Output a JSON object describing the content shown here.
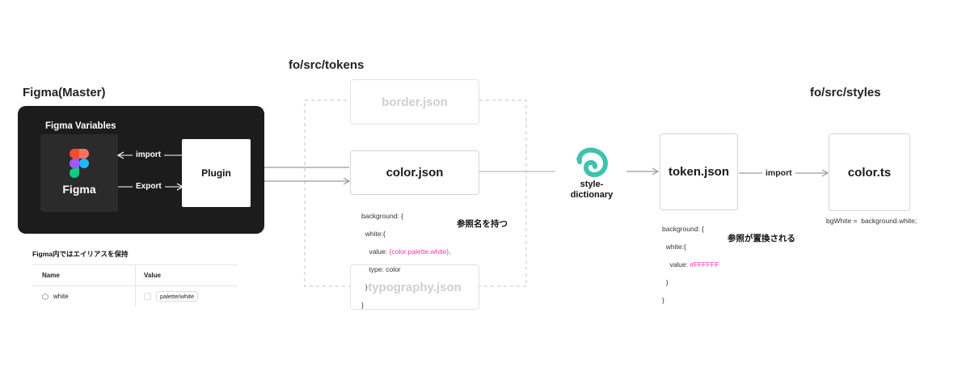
{
  "figma": {
    "title": "Figma(Master)",
    "variables_label": "Figma Variables",
    "logo_label": "Figma",
    "plugin_label": "Plugin",
    "import_label": "import",
    "export_label": "Export"
  },
  "alias_note": {
    "title": "Figma内ではエイリアスを保持",
    "header_name": "Name",
    "header_value": "Value",
    "row_name": "white",
    "row_value": "palette/white"
  },
  "tokens": {
    "title": "fo/src/tokens",
    "border_file": "border.json",
    "color_file": "color.json",
    "typography_file": "typography.json",
    "code_line1": "background: {",
    "code_line2": "  white:{",
    "code_line3_key": "    value: ",
    "code_line3_value": "{color.palette.white},",
    "code_line4": "    type: color",
    "code_line5": "  }",
    "code_line6": "}",
    "note": "参照名を持つ"
  },
  "style_dictionary": {
    "label_line1": "style-",
    "label_line2": "dictionary"
  },
  "token_json": {
    "file": "token.json",
    "code_line1": "background: {",
    "code_line2": "  white:{",
    "code_line3_key": "    value: ",
    "code_line3_value": "#FFFFFF",
    "code_line4": "  }",
    "code_line5": "}",
    "note": "参照が置換される"
  },
  "styles": {
    "title": "fo/src/styles",
    "file": "color.ts",
    "import_label": "import",
    "code": "bgWhite =  background.white;"
  },
  "colors": {
    "accent_pink": "#ff2fbf",
    "dark_panel": "#1c1c1c",
    "gray_panel": "#efefef",
    "chameleon_teal": "#3fc1b0"
  },
  "icons": [
    "figma-logo-icon",
    "chameleon-logo-icon",
    "variable-icon"
  ]
}
